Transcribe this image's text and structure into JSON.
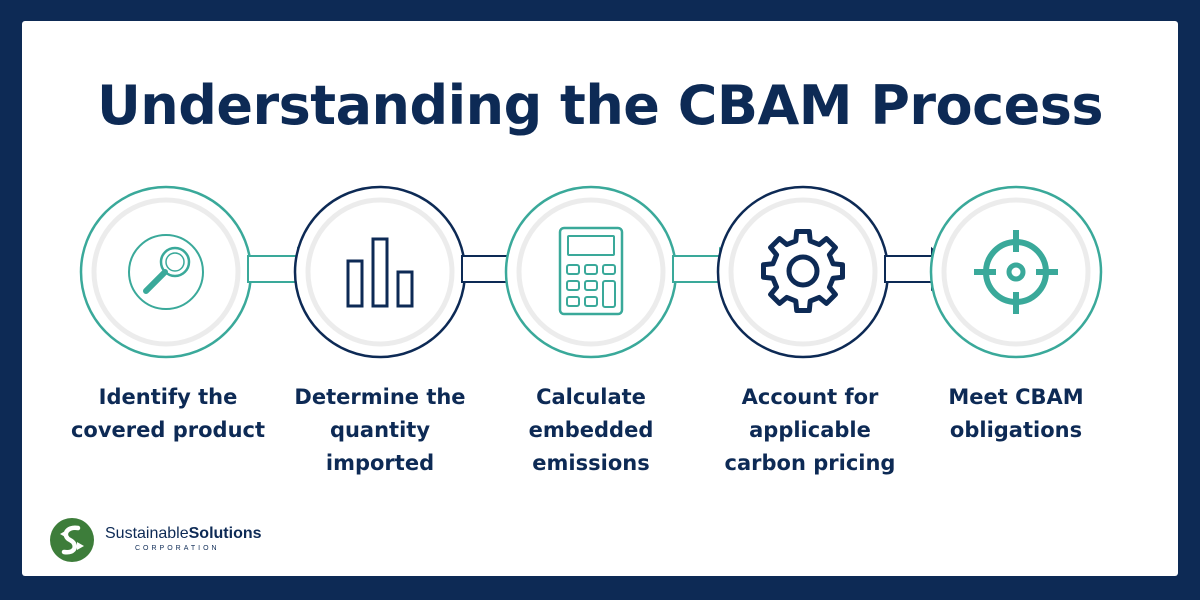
{
  "title": "Understanding the CBAM Process",
  "steps": [
    {
      "label": "Identify the covered product",
      "icon": "magnifier-icon",
      "color": "#3aa99a"
    },
    {
      "label": "Determine the quantity imported",
      "icon": "bar-chart-icon",
      "color": "#0d2a55"
    },
    {
      "label": "Calculate embedded emissions",
      "icon": "calculator-icon",
      "color": "#3aa99a"
    },
    {
      "label": "Account for applicable carbon pricing",
      "icon": "gear-icon",
      "color": "#0d2a55"
    },
    {
      "label": "Meet CBAM obligations",
      "icon": "target-icon",
      "color": "#3aa99a"
    }
  ],
  "logo": {
    "name_regular": "Sustainable",
    "name_bold": "Solutions",
    "subtitle": "CORPORATION"
  },
  "colors": {
    "navy": "#0d2a55",
    "teal": "#3aa99a",
    "ring_bg": "#ececec",
    "logo_green": "#3d7d3a"
  }
}
